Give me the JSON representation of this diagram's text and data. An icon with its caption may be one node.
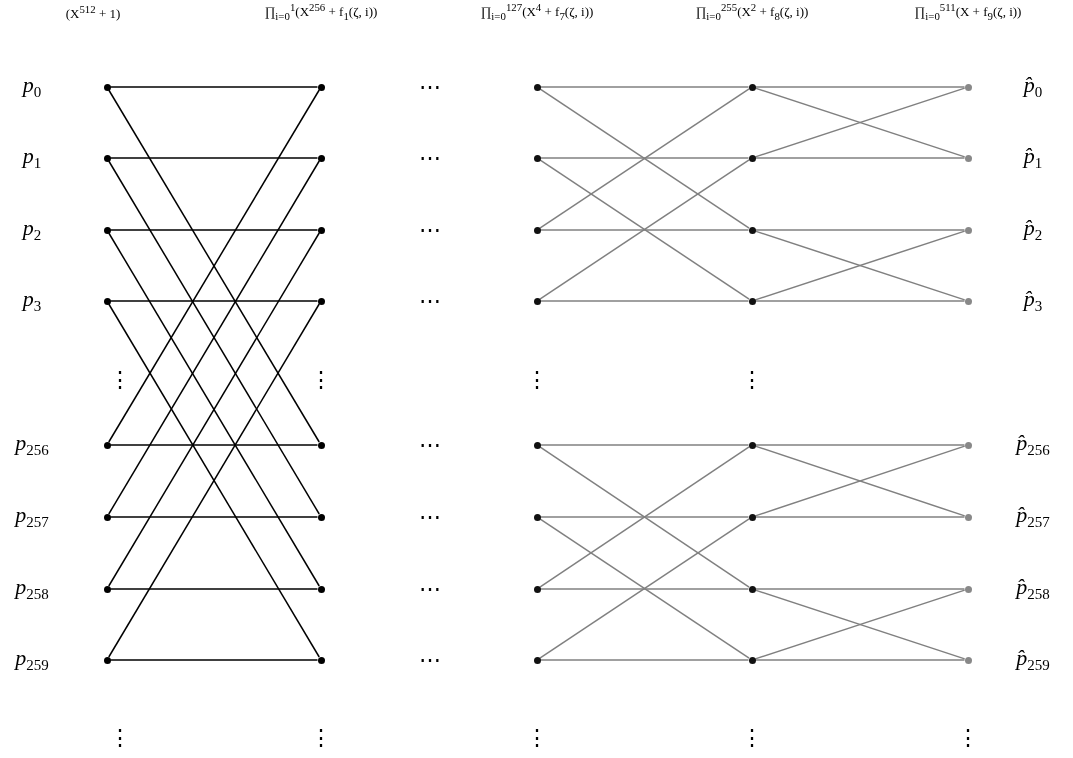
{
  "diagram": {
    "nodes": [
      {
        "text": [],
        "shape": "circle",
        "beside": [
          "p$_{0}$"
        ]
      },
      {
        "text": [],
        "shape": "circle",
        "beside": [
          "p$_{1}$"
        ]
      },
      {
        "text": [],
        "shape": "circle",
        "beside": [
          "p$_{2}$"
        ]
      },
      {
        "text": [],
        "shape": "circle",
        "beside": [
          "p$_{3}$"
        ]
      },
      {
        "text": [],
        "shape": "circle",
        "beside": [
          "p$_{256}$"
        ]
      },
      {
        "text": [],
        "shape": "circle",
        "beside": [
          "p$_{257}$"
        ]
      },
      {
        "text": [],
        "shape": "circle",
        "beside": [
          "p$_{258}$"
        ]
      },
      {
        "text": [],
        "shape": "circle",
        "beside": [
          "p$_{259}$"
        ]
      },
      {
        "text": [],
        "shape": "circle"
      },
      {
        "text": [],
        "shape": "circle"
      },
      {
        "text": [],
        "shape": "circle"
      },
      {
        "text": [],
        "shape": "circle"
      },
      {
        "text": [],
        "shape": "circle"
      },
      {
        "text": [],
        "shape": "circle"
      },
      {
        "text": [],
        "shape": "circle"
      },
      {
        "text": [],
        "shape": "circle"
      },
      {
        "text": [],
        "shape": "circle"
      },
      {
        "text": [],
        "shape": "circle"
      },
      {
        "text": [],
        "shape": "circle"
      },
      {
        "text": [],
        "shape": "circle"
      },
      {
        "text": [],
        "shape": "circle"
      },
      {
        "text": [],
        "shape": "circle"
      },
      {
        "text": [],
        "shape": "circle"
      },
      {
        "text": [],
        "shape": "circle"
      },
      {
        "text": [],
        "shape": "circle"
      },
      {
        "text": [],
        "shape": "circle"
      },
      {
        "text": [],
        "shape": "circle"
      },
      {
        "text": [],
        "shape": "circle"
      },
      {
        "text": [],
        "shape": "circle"
      },
      {
        "text": [],
        "shape": "circle"
      },
      {
        "text": [],
        "shape": "circle"
      },
      {
        "text": [],
        "shape": "circle"
      },
      {
        "text": [],
        "shape": "circle",
        "beside": [
          "p̂$_{0}$"
        ]
      },
      {
        "text": [],
        "shape": "circle",
        "beside": [
          "p̂$_{1}$"
        ]
      },
      {
        "text": [],
        "shape": "circle",
        "beside": [
          "p̂$_{2}$"
        ]
      },
      {
        "text": [],
        "shape": "circle",
        "beside": [
          "p̂$_{3}$"
        ]
      },
      {
        "text": [],
        "shape": "circle",
        "beside": [
          "p̂$_{256}$"
        ]
      },
      {
        "text": [],
        "shape": "circle",
        "beside": [
          "p̂$_{257}$"
        ]
      },
      {
        "text": [],
        "shape": "circle",
        "beside": [
          "p̂$_{258}$"
        ]
      },
      {
        "text": [],
        "shape": "circle",
        "beside": [
          "p̂$_{259}$"
        ]
      }
    ],
    "edges": [
      {
        "from": 0,
        "to": 8,
        "arrow": "none",
        "color": "#000000"
      },
      {
        "from": 0,
        "to": 12,
        "arrow": "none",
        "color": "#000000"
      },
      {
        "from": 1,
        "to": 9,
        "arrow": "none",
        "color": "#000000"
      },
      {
        "from": 1,
        "to": 13,
        "arrow": "none",
        "color": "#000000"
      },
      {
        "from": 2,
        "to": 10,
        "arrow": "none",
        "color": "#000000"
      },
      {
        "from": 2,
        "to": 14,
        "arrow": "none",
        "color": "#000000"
      },
      {
        "from": 3,
        "to": 11,
        "arrow": "none",
        "color": "#000000"
      },
      {
        "from": 3,
        "to": 15,
        "arrow": "none",
        "color": "#000000"
      },
      {
        "from": 4,
        "to": 12,
        "arrow": "none",
        "color": "#000000"
      },
      {
        "from": 4,
        "to": 8,
        "arrow": "none",
        "color": "#000000"
      },
      {
        "from": 5,
        "to": 13,
        "arrow": "none",
        "color": "#000000"
      },
      {
        "from": 5,
        "to": 9,
        "arrow": "none",
        "color": "#000000"
      },
      {
        "from": 6,
        "to": 14,
        "arrow": "none",
        "color": "#000000"
      },
      {
        "from": 6,
        "to": 10,
        "arrow": "none",
        "color": "#000000"
      },
      {
        "from": 7,
        "to": 15,
        "arrow": "none",
        "color": "#000000"
      },
      {
        "from": 7,
        "to": 11,
        "arrow": "none",
        "color": "#000000"
      },
      {
        "from": 16,
        "to": 24,
        "arrow": "none"
      },
      {
        "from": 16,
        "to": 26,
        "arrow": "none"
      },
      {
        "from": 17,
        "to": 25,
        "arrow": "none"
      },
      {
        "from": 17,
        "to": 27,
        "arrow": "none"
      },
      {
        "from": 18,
        "to": 26,
        "arrow": "none"
      },
      {
        "from": 18,
        "to": 24,
        "arrow": "none"
      },
      {
        "from": 19,
        "to": 27,
        "arrow": "none"
      },
      {
        "from": 19,
        "to": 25,
        "arrow": "none"
      },
      {
        "from": 20,
        "to": 28,
        "arrow": "none"
      },
      {
        "from": 20,
        "to": 30,
        "arrow": "none"
      },
      {
        "from": 21,
        "to": 29,
        "arrow": "none"
      },
      {
        "from": 21,
        "to": 31,
        "arrow": "none"
      },
      {
        "from": 22,
        "to": 30,
        "arrow": "none"
      },
      {
        "from": 22,
        "to": 28,
        "arrow": "none"
      },
      {
        "from": 23,
        "to": 31,
        "arrow": "none"
      },
      {
        "from": 23,
        "to": 29,
        "arrow": "none"
      },
      {
        "from": 24,
        "to": 32,
        "arrow": "none"
      },
      {
        "from": 24,
        "to": 33,
        "arrow": "none"
      },
      {
        "from": 25,
        "to": 33,
        "arrow": "none"
      },
      {
        "from": 25,
        "to": 32,
        "arrow": "none"
      },
      {
        "from": 26,
        "to": 34,
        "arrow": "none"
      },
      {
        "from": 26,
        "to": 35,
        "arrow": "none"
      },
      {
        "from": 27,
        "to": 35,
        "arrow": "none"
      },
      {
        "from": 27,
        "to": 34,
        "arrow": "none"
      },
      {
        "from": 28,
        "to": 36,
        "arrow": "none"
      },
      {
        "from": 28,
        "to": 37,
        "arrow": "none"
      },
      {
        "from": 29,
        "to": 37,
        "arrow": "none"
      },
      {
        "from": 29,
        "to": 36,
        "arrow": "none"
      },
      {
        "from": 30,
        "to": 38,
        "arrow": "none"
      },
      {
        "from": 30,
        "to": 39,
        "arrow": "none"
      },
      {
        "from": 31,
        "to": 39,
        "arrow": "none"
      },
      {
        "from": 31,
        "to": 38,
        "arrow": "none"
      }
    ],
    "labels": [
      "(X$^{512}$ + 1)",
      "∏$_{i=0}$$^{1}$(X$^{256}$ + f$_{1}$(ζ, i))",
      "∏$_{i=0}$$^{127}$(X$^{4}$ + f$_{7}$(ζ, i))",
      "∏$_{i=0}$$^{255}$(X$^{2}$ + f$_{8}$(ζ, i))",
      "∏$_{i=0}$$^{511}$(X + f$_{9}$(ζ, i))",
      "⋯",
      "⋯",
      "⋯",
      "⋯",
      "⋮",
      "⋮",
      "⋮",
      "⋮",
      "⋯",
      "⋯",
      "⋯",
      "⋯",
      "⋮",
      "⋮",
      "⋮",
      "⋮",
      "⋮"
    ]
  }
}
